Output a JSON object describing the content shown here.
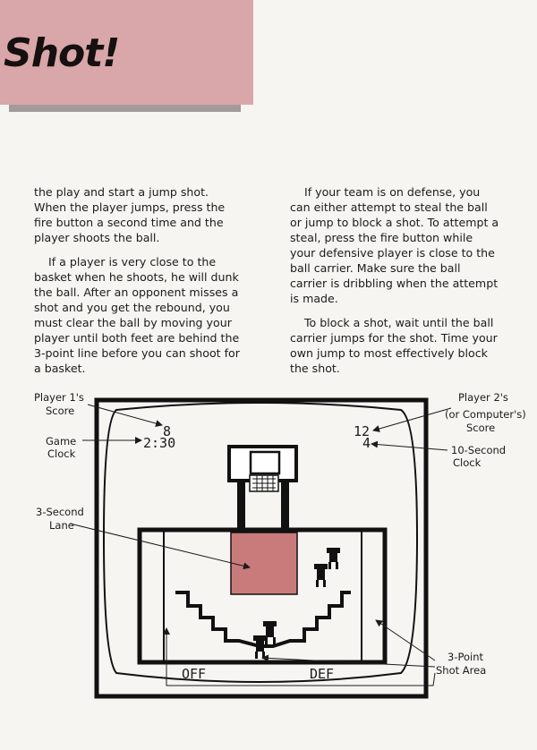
{
  "page": {
    "title": "Shot!",
    "left_column": [
      "the play and start a jump shot. When the player jumps, press the fire button a second time and the player shoots the ball.",
      "If a player is very close to the basket when he shoots, he will dunk the ball. After an opponent misses a shot and you get the rebound, you must clear the ball by moving your player until both feet are behind the 3-point line before you can shoot for a basket."
    ],
    "right_column": [
      "If your team is on defense, you can either attempt to steal the ball or jump to block a shot. To attempt a steal, press the fire button while your defensive player is close to the ball carrier. Make sure the ball carrier is dribbling when the attempt is made.",
      "To block a shot, wait until the ball carrier jumps for the shot. Time your own jump to most effectively block the shot."
    ]
  },
  "diagram": {
    "labels": {
      "p1_score_l1": "Player 1's",
      "p1_score_l2": "Score",
      "game_clock_l1": "Game",
      "game_clock_l2": "Clock",
      "lane_l1": "3-Second",
      "lane_l2": "Lane",
      "p2_score_l1": "Player 2's",
      "p2_score_l2": "(or Computer's)",
      "p2_score_l3": "Score",
      "ten_clock_l1": "10-Second",
      "ten_clock_l2": "Clock",
      "three_pt_l1": "3-Point",
      "three_pt_l2": "Shot Area"
    },
    "screen": {
      "p1_score": "8",
      "game_clock": "2:30",
      "p2_score": "12",
      "ten_clock": "4",
      "off": "OFF",
      "def": "DEF"
    },
    "colors": {
      "lane": "#c97a7a",
      "banner": "#d9a7a9"
    }
  }
}
